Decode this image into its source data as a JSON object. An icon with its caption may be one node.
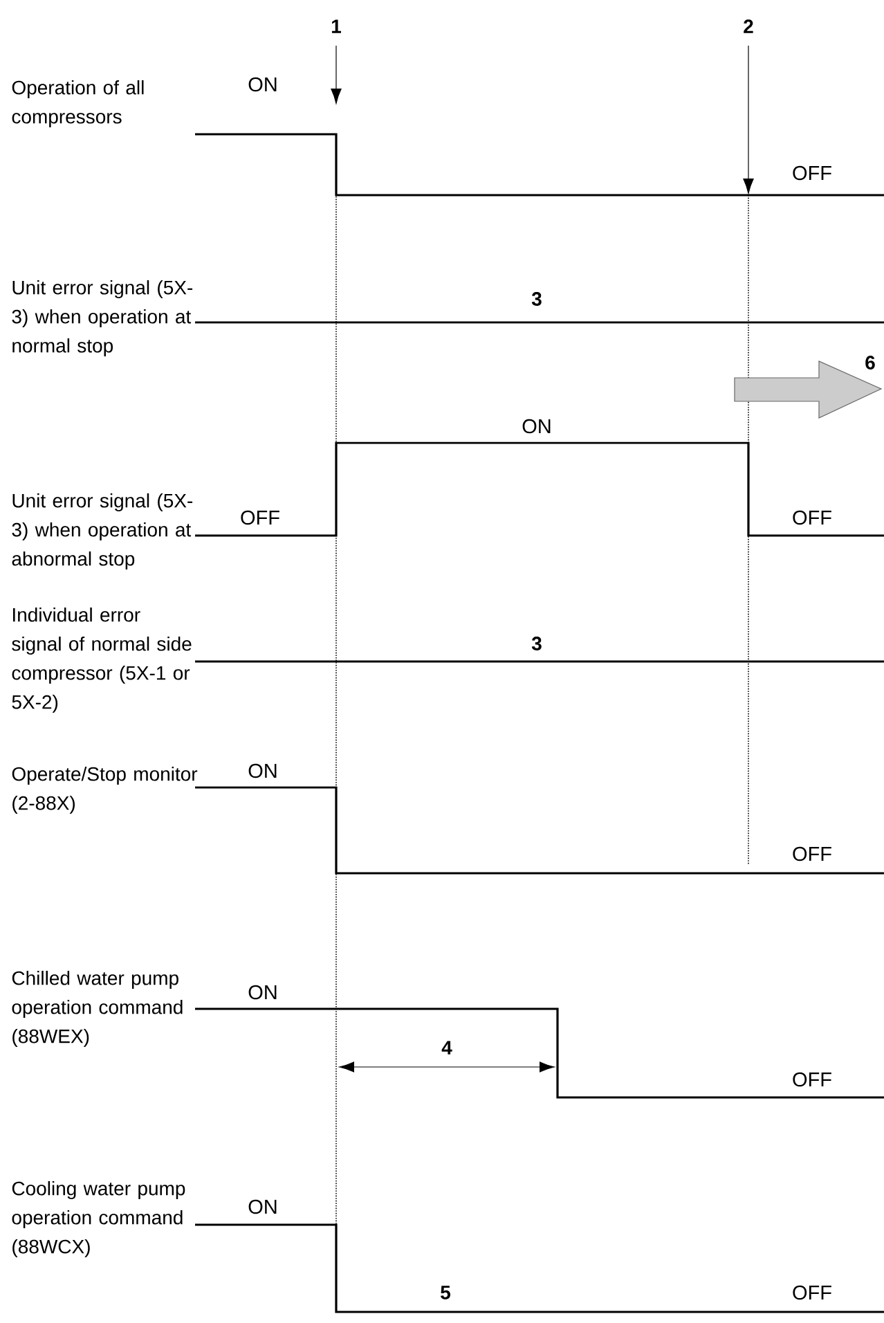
{
  "diagram": {
    "labels": [
      "1",
      "2",
      "Operation of all compressors",
      "ON",
      "OFF",
      "Unit error signal (5X-3) when operation at normal stop",
      "3",
      "6",
      "ON",
      "Unit error signal (5X-3) when operation at abnormal stop",
      "OFF",
      "OFF",
      "Individual error signal of normal side compressor (5X-1 or 5X-2)",
      "3",
      "Operate/Stop monitor (2-88X)",
      "ON",
      "OFF",
      "Chilled water pump operation command (88WEX)",
      "ON",
      "4",
      "OFF",
      "Cooling water pump operation command (88WCX)",
      "ON",
      "5",
      "OFF"
    ]
  }
}
